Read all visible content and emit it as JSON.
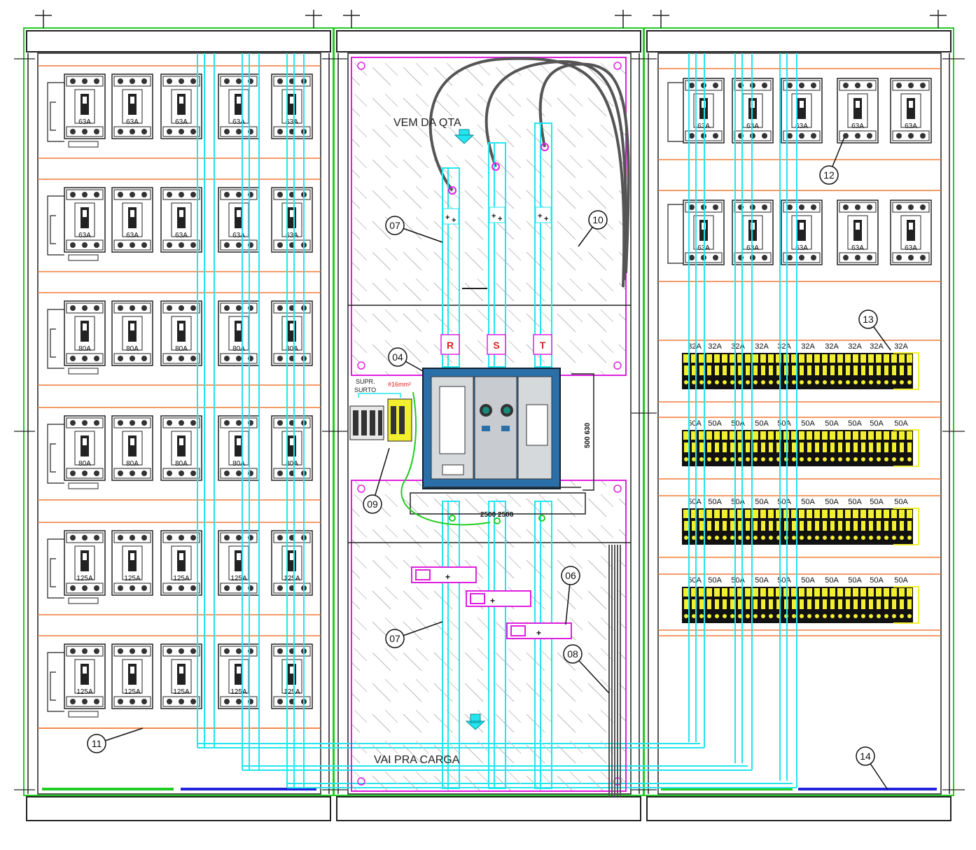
{
  "left_panel": {
    "rows": [
      {
        "ratings": [
          "63A",
          "63A",
          "63A",
          "63A",
          "63A"
        ]
      },
      {
        "ratings": [
          "63A",
          "63A",
          "63A",
          "63A",
          "63A"
        ]
      },
      {
        "ratings": [
          "80A",
          "80A",
          "80A",
          "80A",
          "80A"
        ]
      },
      {
        "ratings": [
          "80A",
          "80A",
          "80A",
          "80A",
          "80A"
        ]
      },
      {
        "ratings": [
          "125A",
          "125A",
          "125A",
          "125A",
          "125A"
        ]
      },
      {
        "ratings": [
          "125A",
          "125A",
          "125A",
          "125A",
          "125A"
        ]
      }
    ]
  },
  "center_panel": {
    "top_label": "VEM DA QTA",
    "bottom_label": "VAI PRA CARGA",
    "phases": [
      "R",
      "S",
      "T"
    ],
    "surge_label_1": "SUPR.",
    "surge_label_2": "SURTO",
    "cable_label": "#16mm²",
    "breaker_side_label": "500 630",
    "breaker_bottom_label": "2500 2500"
  },
  "right_panel": {
    "breaker_rows": [
      {
        "ratings": [
          "63A",
          "63A",
          "63A",
          "63A",
          "63A"
        ]
      },
      {
        "ratings": [
          "63A",
          "63A",
          "63A",
          "63A",
          "63A"
        ]
      }
    ],
    "din_rows": [
      {
        "ratings": [
          "32A",
          "32A",
          "32A",
          "32A",
          "32A",
          "32A",
          "32A",
          "32A",
          "32A",
          "32A"
        ]
      },
      {
        "ratings": [
          "50A",
          "50A",
          "50A",
          "50A",
          "50A",
          "50A",
          "50A",
          "50A",
          "50A",
          "50A"
        ]
      },
      {
        "ratings": [
          "50A",
          "50A",
          "50A",
          "50A",
          "50A",
          "50A",
          "50A",
          "50A",
          "50A",
          "50A"
        ]
      },
      {
        "ratings": [
          "50A",
          "50A",
          "50A",
          "50A",
          "50A",
          "50A",
          "50A",
          "50A",
          "50A",
          "50A"
        ]
      }
    ]
  },
  "callouts": [
    "04",
    "06",
    "07",
    "07",
    "08",
    "09",
    "10",
    "11",
    "12",
    "13",
    "14"
  ],
  "colors": {
    "frame_green": "#22cc22",
    "busbar_cyan": "#22e5f0",
    "rail_orange": "#f07b35",
    "magenta": "#e020e0",
    "din_yellow": "#f2ee30",
    "breaker_blue": "#2b6fa8",
    "ground_blue": "#2222dd",
    "cable_gray": "#555555"
  }
}
